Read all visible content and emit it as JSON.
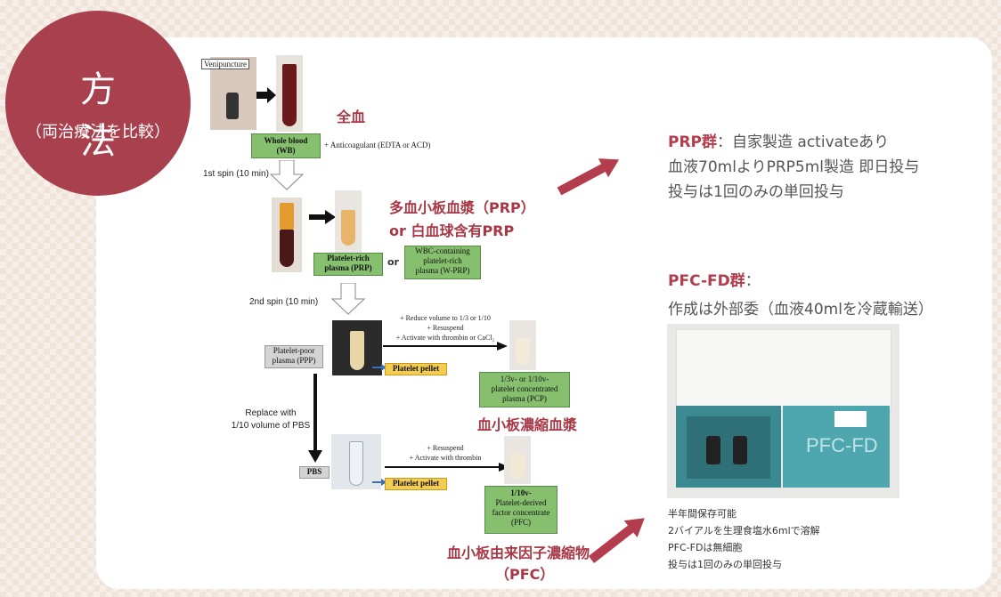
{
  "badge": {
    "title": "方 法",
    "subtitle": "（両治療法を比較）"
  },
  "diagram": {
    "venipuncture": "Venipuncture",
    "wb_box": [
      "Whole blood",
      "(WB)"
    ],
    "anticoagulant": "+ Anticoagulant (EDTA or ACD)",
    "spin1": "1st spin (10 min)",
    "prp_box": [
      "Platelet-rich",
      "plasma (PRP)"
    ],
    "or": "or",
    "wprp_box": [
      "WBC-containing",
      "platelet-rich",
      "plasma (W-PRP)"
    ],
    "spin2": "2nd spin (10 min)",
    "step_lines": [
      "+ Reduce volume to 1/3 or 1/10",
      "+ Resuspend",
      "+ Activate with thrombin  or CaCl₂"
    ],
    "ppp_box": [
      "Platelet-poor",
      "plasma (PPP)"
    ],
    "pellet1": "Platelet pellet",
    "pcp_box": [
      "1/3v- or 1/10v-",
      "platelet concentrated",
      "plasma (PCP)"
    ],
    "replace": [
      "Replace with",
      "1/10 volume of PBS"
    ],
    "step2_lines": [
      "+ Resuspend",
      "+ Activate with thrombin"
    ],
    "pbs_box": "PBS",
    "pellet2": "Platelet pellet",
    "pfc_box": [
      "1/10v-",
      "Platelet-derived",
      "factor concentrate",
      "(PFC)"
    ]
  },
  "labels": {
    "whole_blood": "全血",
    "prp1": "多血小板血漿（PRP）",
    "prp2": "or 白血球含有PRP",
    "pcp": "血小板濃縮血漿",
    "pfc1": "血小板由来因子濃縮物",
    "pfc2": "（PFC）"
  },
  "right": {
    "prp_head": "PRP群",
    "prp_line1": "：自家製造 activateあり",
    "prp_line2": "血液70mlよりPRP5ml製造 即日投与",
    "prp_line3": "投与は1回のみの単回投与",
    "pfc_head": "PFC-FD群",
    "pfc_colon": "：",
    "pfc_line2": "作成は外部委（血液40mlを冷蔵輸送）",
    "product_text": "PFC-FD"
  },
  "notes": [
    "半年間保存可能",
    "2バイアルを生理食塩水6mlで溶解",
    "PFC-FDは無細胞",
    "投与は1回のみの単回投与"
  ]
}
